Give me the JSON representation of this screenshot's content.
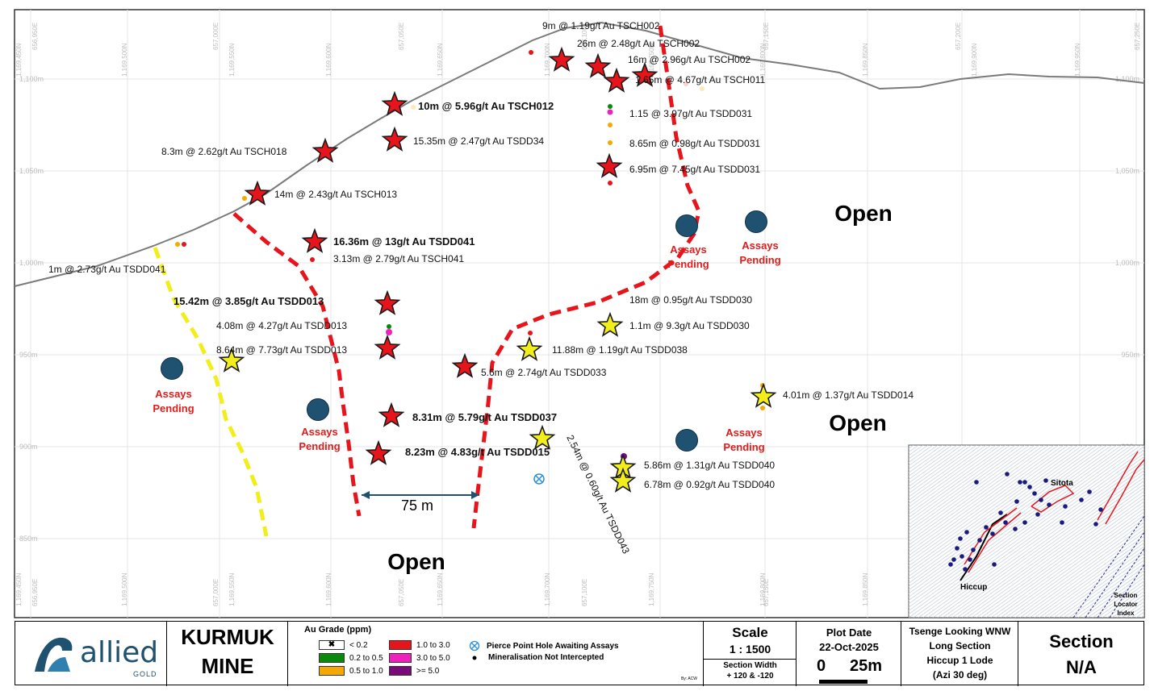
{
  "grid": {
    "northings": [
      "1,169,450N",
      "1,169,500N",
      "1,169,550N",
      "1,169,600N",
      "1,169,650N",
      "1,169,700N",
      "1,169,750N",
      "1,169,800N",
      "1,169,850N",
      "1,169,900N",
      "1,169,950N"
    ],
    "eastings": [
      "656,950E",
      "657,000E",
      "657,050E",
      "657,100E",
      "657,150E",
      "657,200E",
      "657,250E"
    ],
    "elevations": [
      "1,100m",
      "1,050m",
      "1,000m",
      "950m",
      "900m",
      "850m"
    ]
  },
  "intercepts": [
    {
      "id": "i1",
      "label": "9m @ 1.19g/t Au TSCH002",
      "bold": false
    },
    {
      "id": "i2",
      "label": "26m @ 2.48g/t Au TSCH002",
      "bold": false
    },
    {
      "id": "i3",
      "label": "16m @ 2.96g/t Au TSCH002",
      "bold": false
    },
    {
      "id": "i4",
      "label": "1.65m @ 4.67g/t Au TSCH011",
      "bold": false
    },
    {
      "id": "i5",
      "label": "10m @ 5.96g/t Au TSCH012",
      "bold": true
    },
    {
      "id": "i6",
      "label": "1.15 @ 3.97g/t Au TSDD031",
      "bold": false
    },
    {
      "id": "i7",
      "label": "15.35m @ 2.47g/t Au TSDD34",
      "bold": false
    },
    {
      "id": "i8",
      "label": "8.65m @ 0.98g/t Au TSDD031",
      "bold": false
    },
    {
      "id": "i9",
      "label": "8.3m @ 2.62g/t Au TSCH018",
      "bold": false
    },
    {
      "id": "i10",
      "label": "6.95m @ 7.45g/t Au TSDD031",
      "bold": false
    },
    {
      "id": "i11",
      "label": "14m @ 2.43g/t Au TSCH013",
      "bold": false
    },
    {
      "id": "i12",
      "label": "16.36m @ 13g/t Au TSDD041",
      "bold": true
    },
    {
      "id": "i13",
      "label": "3.13m @ 2.79g/t Au TSCH041",
      "bold": false
    },
    {
      "id": "i14",
      "label": "1m @ 2.73g/t Au TSDD041",
      "bold": false
    },
    {
      "id": "i15",
      "label": "15.42m @ 3.85g/t Au TSDD013",
      "bold": true
    },
    {
      "id": "i16",
      "label": "4.08m @ 4.27g/t Au TSDD013",
      "bold": false
    },
    {
      "id": "i17",
      "label": "8.64m @ 7.73g/t Au TSDD013",
      "bold": false
    },
    {
      "id": "i18",
      "label": "18m @ 0.95g/t Au TSDD030",
      "bold": false
    },
    {
      "id": "i19",
      "label": "1.1m @ 9.3g/t Au TSDD030",
      "bold": false
    },
    {
      "id": "i20",
      "label": "11.88m @ 1.19g/t Au TSDD038",
      "bold": false
    },
    {
      "id": "i21",
      "label": "5.6m @ 2.74g/t Au TSDD033",
      "bold": false
    },
    {
      "id": "i22",
      "label": "4.01m @ 1.37g/t Au TSDD014",
      "bold": false
    },
    {
      "id": "i23",
      "label": "8.31m @ 5.79g/t Au TSDD037",
      "bold": true
    },
    {
      "id": "i24",
      "label": "8.23m @ 4.83g/t Au TSDD015",
      "bold": true
    },
    {
      "id": "i25",
      "label": "2.54m @ 0.60g/t Au TSDD043",
      "bold": false
    },
    {
      "id": "i26",
      "label": "5.86m @ 1.31g/t Au TSDD040",
      "bold": false
    },
    {
      "id": "i27",
      "label": "6.78m @ 0.92g/t Au TSDD040",
      "bold": false
    }
  ],
  "pending_label": [
    "Assays",
    "Pending"
  ],
  "open_label": "Open",
  "scale_bar_label": "75 m",
  "inset": {
    "sitota": "Sitota",
    "hiccup": "Hiccup",
    "index_lines": [
      "Section",
      "Locator",
      "Index"
    ]
  },
  "title_block": {
    "company_name": "allied",
    "company_sub": "GOLD",
    "mine_line1": "KURMUK",
    "mine_line2": "MINE",
    "legend_title": "Au Grade (ppm)",
    "legend_items": [
      {
        "label": "< 0.2",
        "color": "#ffffff",
        "symbol": "✖"
      },
      {
        "label": "0.2 to 0.5",
        "color": "#0a8a0a",
        "symbol": ""
      },
      {
        "label": "0.5 to 1.0",
        "color": "#f5a800",
        "symbol": ""
      },
      {
        "label": "1.0 to 3.0",
        "color": "#e8141b",
        "symbol": ""
      },
      {
        "label": "3.0 to 5.0",
        "color": "#f01fbe",
        "symbol": ""
      },
      {
        "label": ">= 5.0",
        "color": "#7a0a7a",
        "symbol": ""
      }
    ],
    "pierce_point": "Pierce Point Hole Awaiting Assays",
    "not_intercepted": "Mineralisation Not Intercepted",
    "scale_title": "Scale",
    "scale_value": "1 : 1500",
    "section_width_line1": "Section Width",
    "section_width_line2": "+ 120 & -120",
    "by": "By: ACW",
    "plot_date_title": "Plot Date",
    "plot_date": "22-Oct-2025",
    "bar_zero": "0",
    "bar_len": "25m",
    "section_title_lines": [
      "Tsenge Looking WNW",
      "Long Section",
      "Hiccup 1 Lode",
      "(Azi 30 deg)"
    ],
    "section_label": "Section",
    "section_value": "N/A"
  },
  "colors": {
    "red": "#e8141b",
    "yellow": "#f2ee1a",
    "pending_circle": "#1f5170",
    "topo": "#7a7a7a",
    "text_red": "#e21b1b"
  }
}
